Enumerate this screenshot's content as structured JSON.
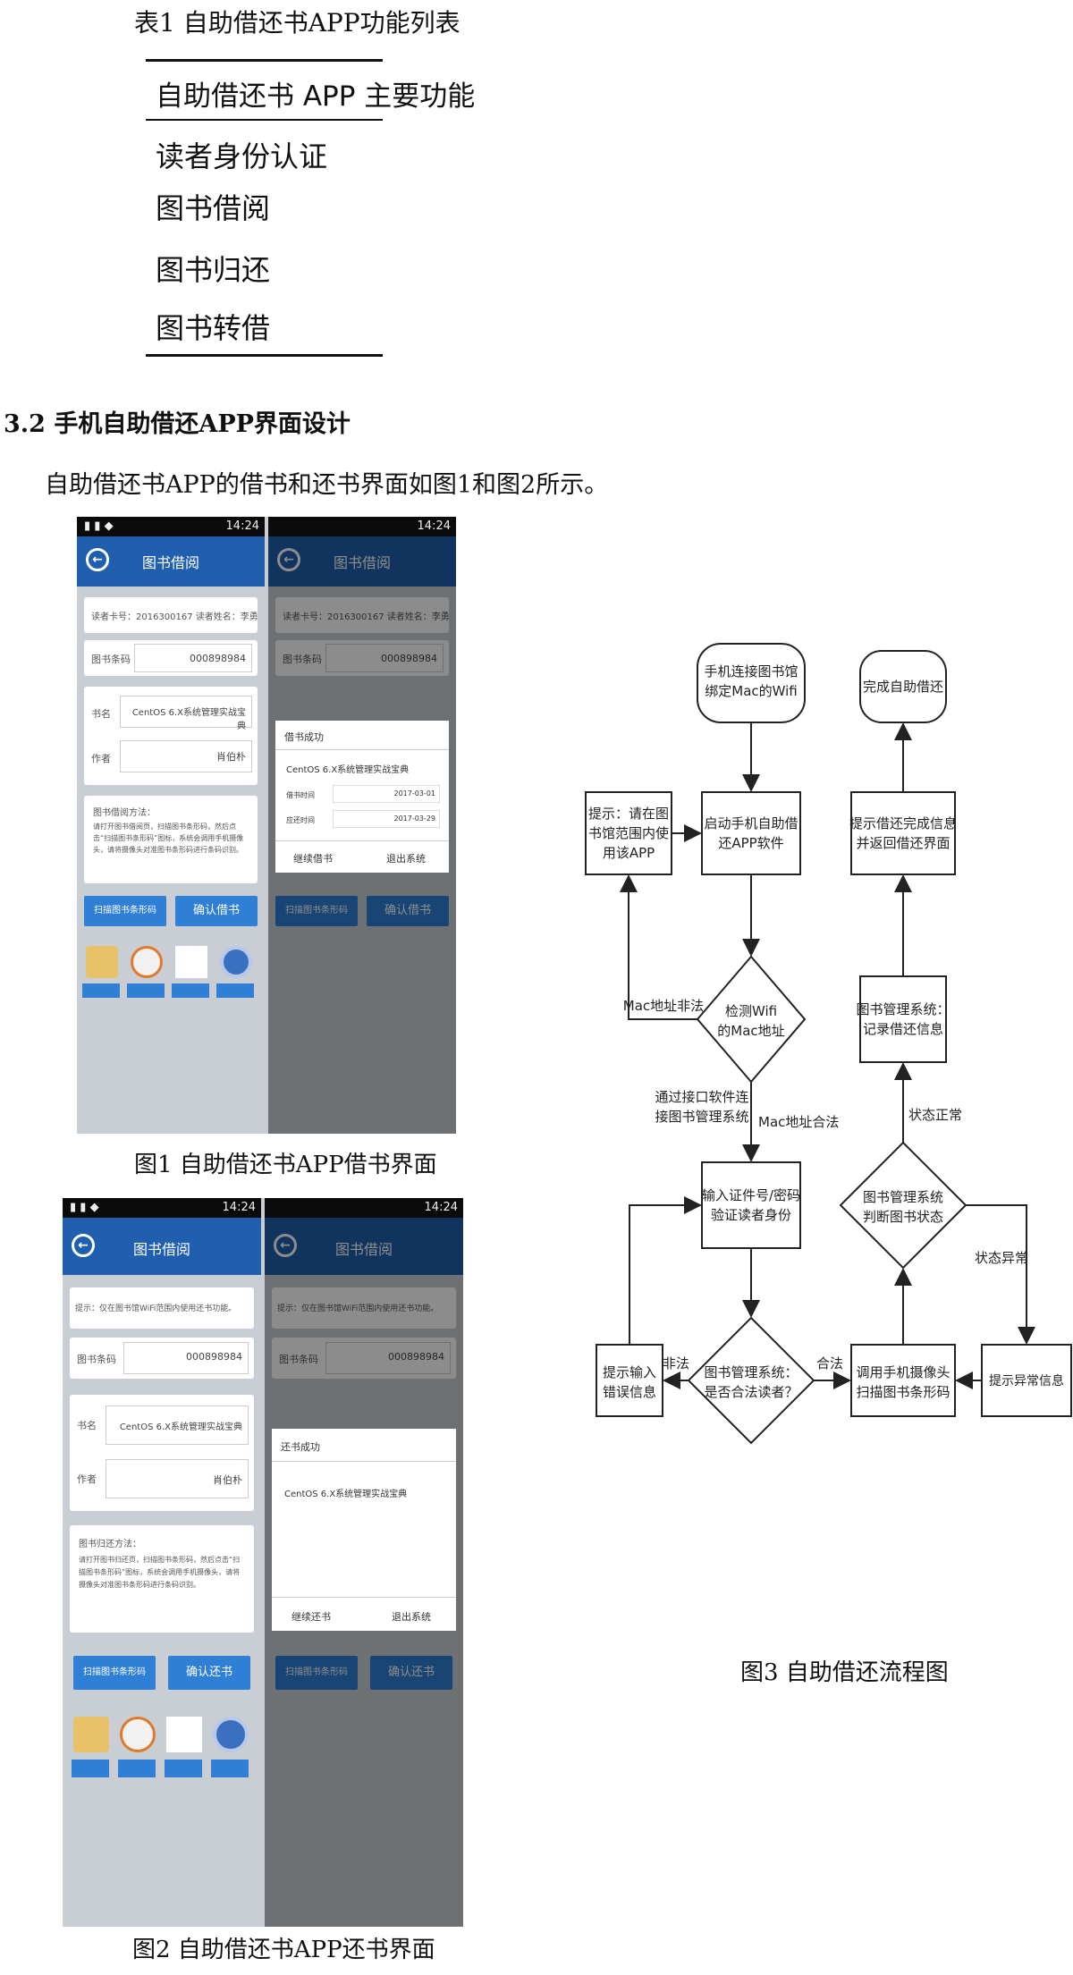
{
  "table": {
    "caption": "表1  自助借还书APP功能列表",
    "header": "自助借还书 APP 主要功能",
    "rows": [
      "读者身份认证",
      "图书借阅",
      "图书归还",
      "图书转借"
    ]
  },
  "section": {
    "heading": "3.2 手机自助借还APP界面设计",
    "paragraph": "自助借还书APP的借书和还书界面如图1和图2所示。"
  },
  "fig1": {
    "caption": "图1 自助借还书APP借书界面",
    "status_time": "14:24",
    "title": "图书借阅",
    "reader_line": "读者卡号：2016300167   读者姓名：李勇",
    "barcode_label": "图书条码",
    "barcode_value": "000898984",
    "book_label": "书名",
    "book_value": "CentOS 6.X系统管理实战宝典",
    "author_label": "作者",
    "author_value": "肖伯朴",
    "method_title": "图书借阅方法：",
    "method_text": "请打开图书借阅页，扫描图书条形码，然后点击“扫描图书条形码”图标，系统会调用手机摄像头，请将摄像头对准图书条形码进行条码识别。",
    "scan_button": "扫描图书条形码",
    "confirm_button": "确认借书",
    "dialog_title": "借书成功",
    "dialog_book": "CentOS 6.X系统管理实战宝典",
    "dialog_row1_label": "借书时间",
    "dialog_row1_value": "2017-03-01",
    "dialog_row2_label": "应还时间",
    "dialog_row2_value": "2017-03-29",
    "dialog_btn_left": "继续借书",
    "dialog_btn_right": "退出系统"
  },
  "fig2": {
    "caption": "图2 自助借还书APP还书界面",
    "status_time": "14:24",
    "title": "图书借阅",
    "tip": "提示：仅在图书馆WiFi范围内使用还书功能。",
    "barcode_label": "图书条码",
    "barcode_value": "000898984",
    "book_label": "书名",
    "book_value": "CentOS 6.X系统管理实战宝典",
    "author_label": "作者",
    "author_value": "肖伯朴",
    "method_title": "图书归还方法：",
    "method_text": "请打开图书归还页，扫描图书条形码，然后点击“扫描图书条形码”图标，系统会调用手机摄像头，请将摄像头对准图书条形码进行条码识别。",
    "scan_button": "扫描图书条形码",
    "confirm_button": "确认还书",
    "dialog_title": "还书成功",
    "dialog_book": "CentOS 6.X系统管理实战宝典",
    "dialog_btn_left": "继续还书",
    "dialog_btn_right": "退出系统"
  },
  "fig3": {
    "caption": "图3 自助借还流程图",
    "start": [
      "手机连接图书馆",
      "绑定Mac的Wifi"
    ],
    "launch": [
      "启动手机自助借",
      "还APP软件"
    ],
    "tip_box": [
      "提示：请在图",
      "书馆范围内使",
      "用该APP"
    ],
    "check": [
      "检测Wifi",
      "的Mac地址"
    ],
    "mac_illegal": "Mac地址非法",
    "mac_legal": "Mac地址合法",
    "via_interface": [
      "通过接口软件连",
      "接图书管理系统"
    ],
    "input_id": [
      "输入证件号/密码",
      "验证读者身份"
    ],
    "is_legal": [
      "图书管理系统：",
      "是否合法读者？"
    ],
    "illegal": "非法",
    "legal": "合法",
    "error_box": [
      "提示输入",
      "错误信息"
    ],
    "scan": [
      "调用手机摄像头",
      "扫描图书条形码"
    ],
    "judge": [
      "图书管理系统",
      "判断图书状态"
    ],
    "status_ok": "状态正常",
    "status_err": "状态异常",
    "abnormal": "提示异常信息",
    "record": [
      "图书管理系统：",
      "记录借还信息"
    ],
    "done_info": [
      "提示借还完成信息",
      "并返回借还界面"
    ],
    "end": "完成自助借还"
  }
}
